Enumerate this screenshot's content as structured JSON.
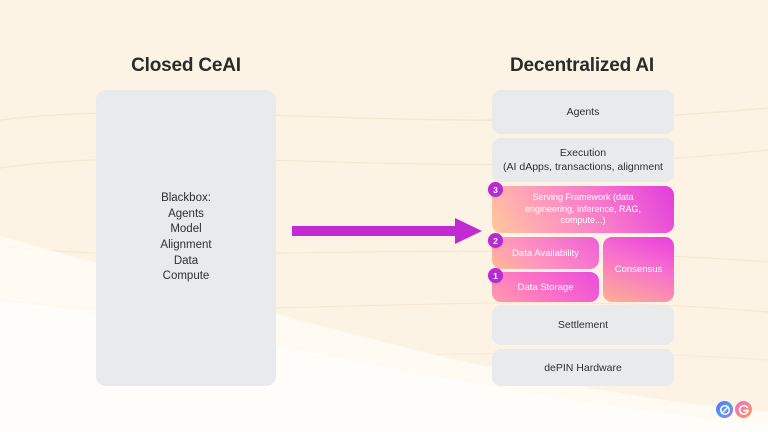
{
  "slide": {
    "background_color": "#fdf3e4",
    "accent_color": "#c22ad4",
    "panel_gray": "#e9eaec"
  },
  "left": {
    "title": "Closed CeAI",
    "box_lines": [
      "Blackbox:",
      "Agents",
      "Model",
      "Alignment",
      "Data",
      "Compute"
    ]
  },
  "arrow": {
    "direction": "right",
    "color": "#c22ad4"
  },
  "right": {
    "title": "Decentralized AI",
    "layers": [
      {
        "id": "agents",
        "label": "Agents",
        "style": "gray"
      },
      {
        "id": "execution",
        "label": "Execution\n(AI dApps, transactions, alignment",
        "line1": "Execution",
        "line2": "(AI dApps, transactions, alignment",
        "style": "gray"
      },
      {
        "id": "serving",
        "label": "Serving Framework",
        "line1": "Serving Framework",
        "line2": "(data engineering, inference, RAG,",
        "line3": "compute...)",
        "style": "gradient",
        "badge": "3"
      },
      {
        "id": "da",
        "label": "Data Availability",
        "style": "gradient",
        "badge": "2"
      },
      {
        "id": "storage",
        "label": "Data Storage",
        "style": "gradient",
        "badge": "1"
      },
      {
        "id": "consensus",
        "label": "Consensus",
        "style": "gradient"
      },
      {
        "id": "settlement",
        "label": "Settlement",
        "style": "gray"
      },
      {
        "id": "depin",
        "label": "dePIN Hardware",
        "style": "gray"
      }
    ]
  },
  "logos": [
    {
      "name": "zero-gravity-logo",
      "glyph": "0"
    },
    {
      "name": "g-logo",
      "glyph": "G"
    }
  ]
}
